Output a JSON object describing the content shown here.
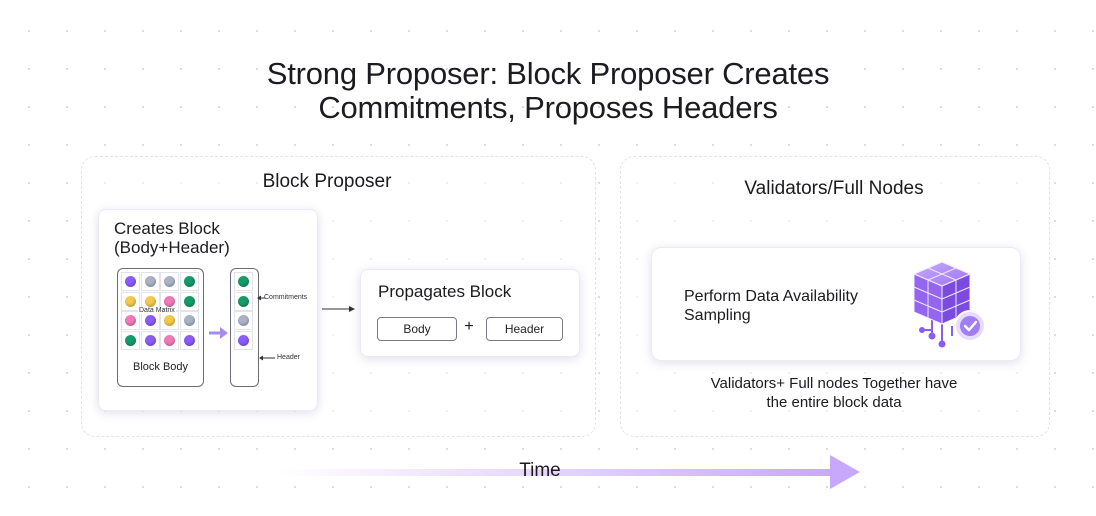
{
  "title_line1": "Strong Proposer: Block Proposer Creates",
  "title_line2": "Commitments, Proposes Headers",
  "left_panel": {
    "title": "Block Proposer",
    "create_card": {
      "title_line1": "Creates Block",
      "title_line2": "(Body+Header)",
      "matrix_label": "Data Matrix",
      "body_label": "Block Body",
      "commitments_label": "Commitments",
      "header_label": "Header"
    },
    "propagate_card": {
      "title": "Propagates Block",
      "body_pill": "Body",
      "plus": "+",
      "header_pill": "Header"
    }
  },
  "right_panel": {
    "title": "Validators/Full Nodes",
    "sampling_line1": "Perform Data Availability",
    "sampling_line2": "Sampling",
    "caption_line1": "Validators+ Full nodes Together have",
    "caption_line2": "the entire block data"
  },
  "timeline_label": "Time",
  "colors": {
    "accent": "#8f67e8",
    "purple_dot": "#8b5cf6",
    "grey_dot": "#a9b3c6",
    "green_dot": "#179a6a",
    "yellow_dot": "#f2c94c",
    "pink_dot": "#f07ab8",
    "light_purple_dot": "#b58af5"
  }
}
